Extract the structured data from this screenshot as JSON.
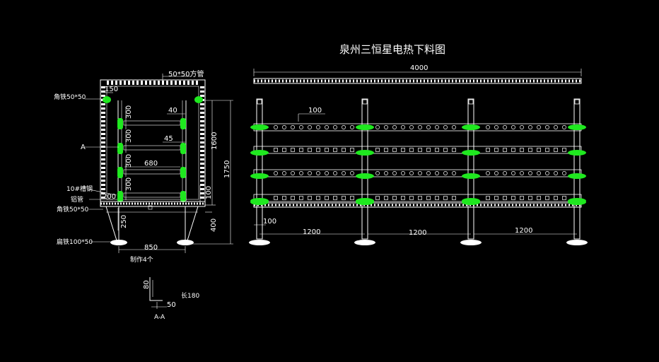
{
  "title": "泉州三恒星电热下料图",
  "colors": {
    "background": "#000000",
    "line": "#ffffff",
    "insulator": "#1fe81f"
  },
  "side_view": {
    "dim_tube": "50*50方管",
    "dim_150": "150",
    "dim_40": "40",
    "dim_45": "45",
    "dim_680": "680",
    "dim_1600": "1600",
    "dim_1750": "1750",
    "dim_300a": "300",
    "dim_300b": "300",
    "dim_300c": "300",
    "dim_300d": "300",
    "dim_100": "100",
    "dim_200": "200",
    "dim_250": "250",
    "dim_400": "400",
    "dim_850": "850",
    "label_angle_top": "角铁50*50",
    "label_A": "A",
    "label_channel": "10#槽钢",
    "label_al": "铝管",
    "label_angle_bottom": "角铁50*50",
    "label_flat": "扁铁100*50",
    "note_qty": "制作4个"
  },
  "section": {
    "dim_80": "80",
    "dim_50": "50",
    "dim_len": "长180",
    "label": "A-A"
  },
  "front_view": {
    "dim_total": "4000",
    "dim_spacing": "100",
    "dim_offset": "100",
    "dim_span1": "1200",
    "dim_span2": "1200",
    "dim_span3": "1200"
  }
}
